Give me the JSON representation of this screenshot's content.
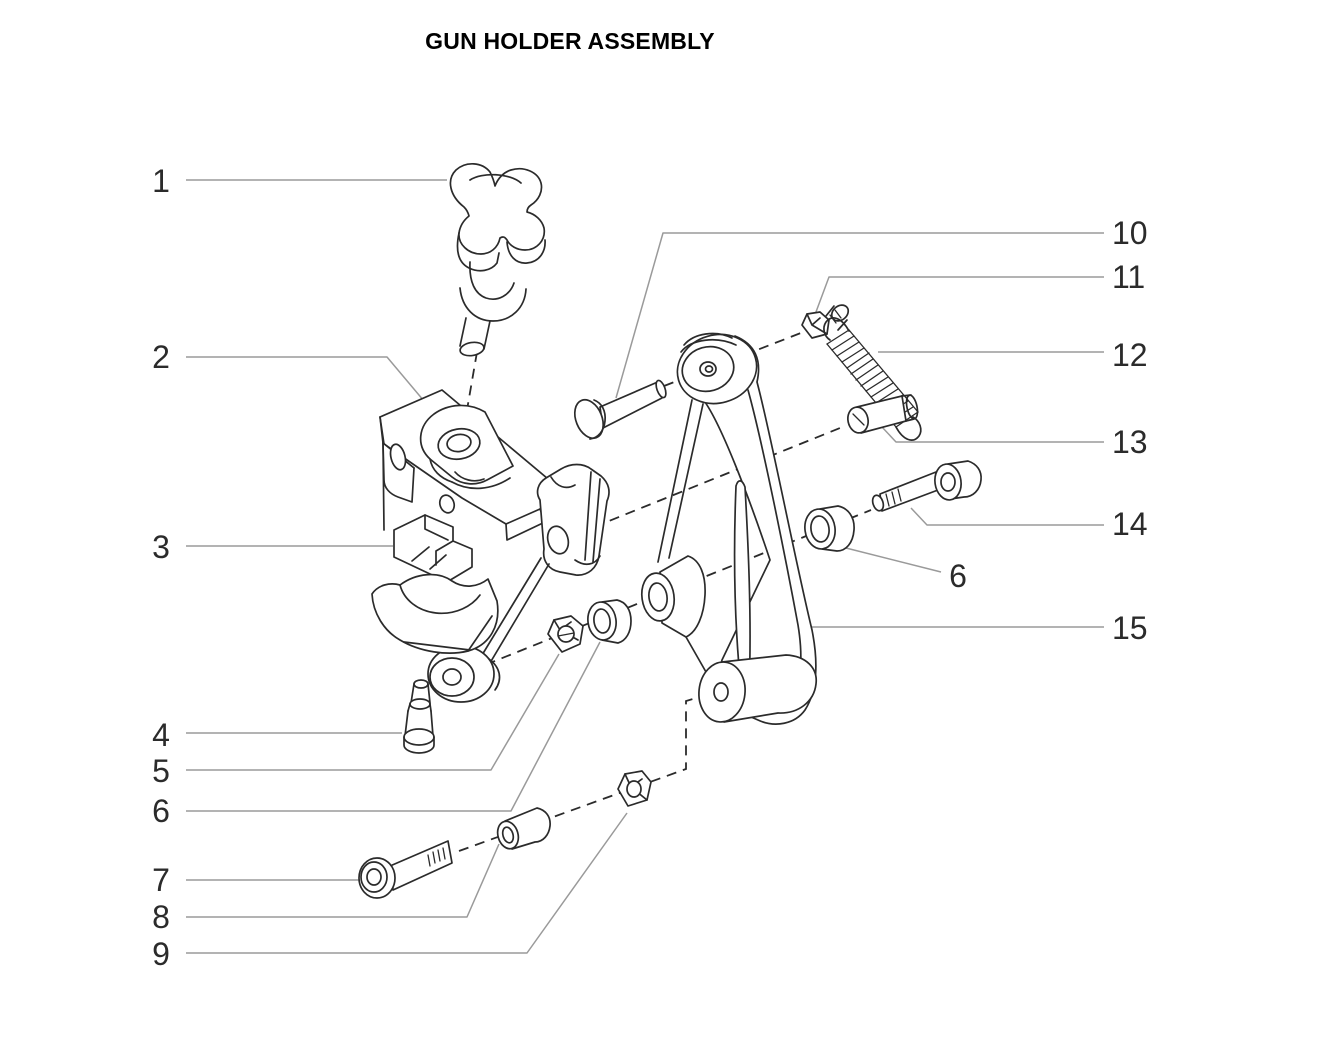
{
  "title": "GUN HOLDER ASSEMBLY",
  "colors": {
    "background": "#ffffff",
    "part_outline": "#2b2b2b",
    "leader_line": "#9a9a9a",
    "callout_text": "#2b2b2b",
    "title_text": "#000000"
  },
  "callouts": {
    "left": [
      "1",
      "2",
      "3",
      "4",
      "5",
      "6",
      "7",
      "8",
      "9"
    ],
    "right": [
      "10",
      "11",
      "12",
      "13",
      "14",
      "15"
    ],
    "inline": [
      "6"
    ]
  }
}
